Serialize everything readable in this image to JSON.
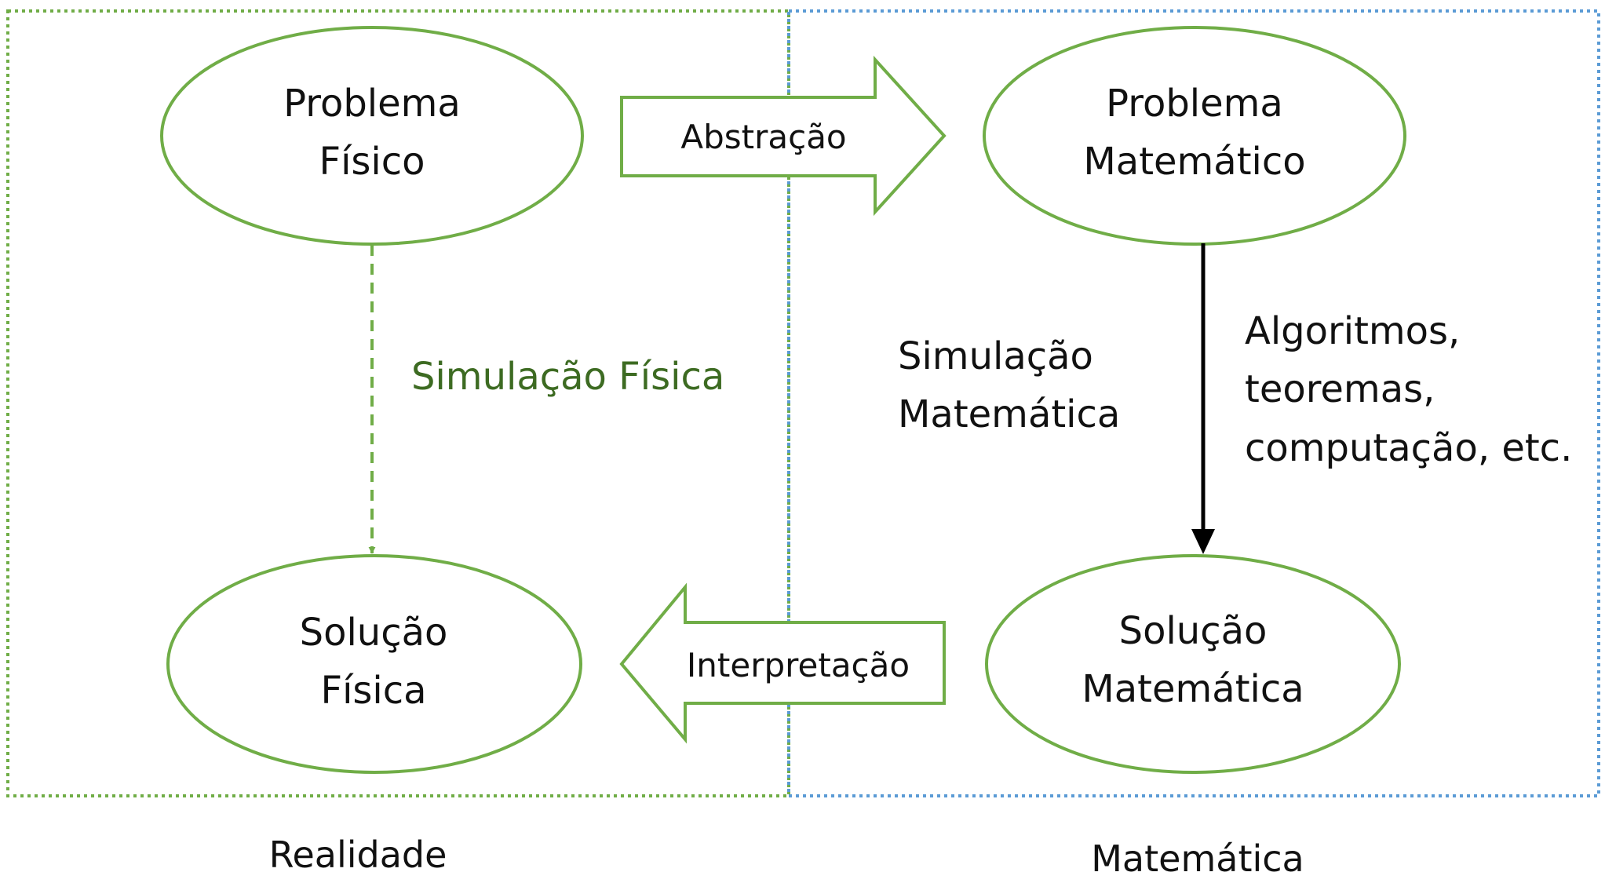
{
  "colors": {
    "green": "#70AD47",
    "blue": "#5B9BD5",
    "dark_green_text": "#3D6B22",
    "black": "#000000"
  },
  "regions": {
    "left_label": "Realidade",
    "right_label": "Matemática"
  },
  "nodes": {
    "physical_problem": {
      "line1": "Problema",
      "line2": "Físico"
    },
    "math_problem": {
      "line1": "Problema",
      "line2": "Matemático"
    },
    "physical_solution": {
      "line1": "Solução",
      "line2": "Física"
    },
    "math_solution": {
      "line1": "Solução",
      "line2": "Matemática"
    }
  },
  "edges": {
    "abstraction": "Abstração",
    "interpretation": "Interpretação",
    "physical_simulation": "Simulação Física",
    "math_simulation": {
      "line1": "Simulação",
      "line2": "Matemática"
    },
    "methods": {
      "line1": "Algoritmos,",
      "line2": "teoremas,",
      "line3": "computação, etc."
    }
  }
}
